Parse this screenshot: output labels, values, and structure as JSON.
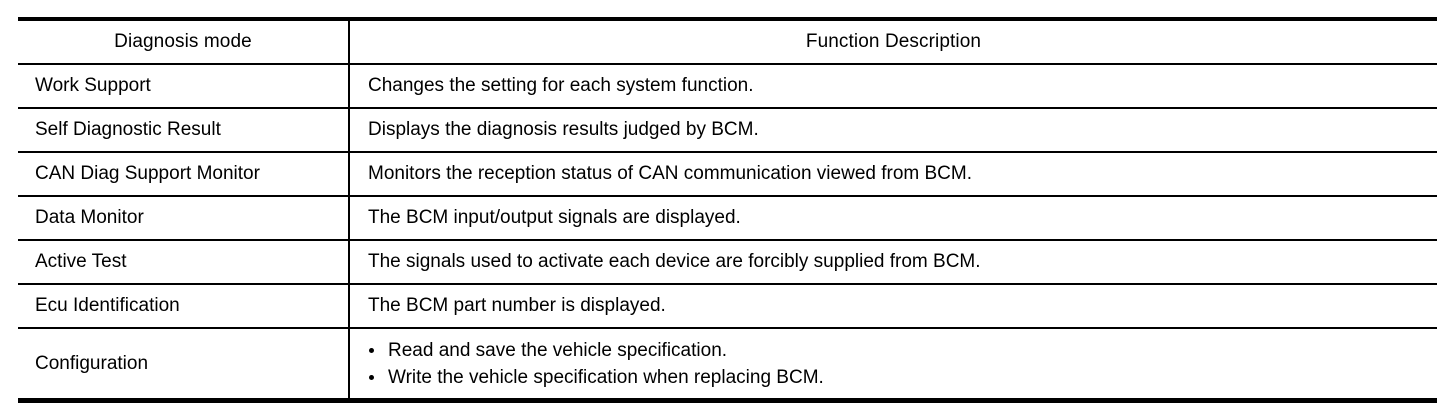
{
  "table": {
    "name": "diagnosis-mode-function-description-table",
    "columns": [
      {
        "key": "mode",
        "header": "Diagnosis mode"
      },
      {
        "key": "description",
        "header": "Function Description"
      }
    ],
    "rows": [
      {
        "mode": "Work Support",
        "description": "Changes the setting for each system function."
      },
      {
        "mode": "Self Diagnostic Result",
        "description": "Displays the diagnosis results judged by BCM."
      },
      {
        "mode": "CAN Diag Support Monitor",
        "description": "Monitors the reception status of CAN communication viewed from BCM."
      },
      {
        "mode": "Data Monitor",
        "description": "The BCM input/output signals are displayed."
      },
      {
        "mode": "Active Test",
        "description": "The signals used to activate each device are forcibly supplied from BCM."
      },
      {
        "mode": "Ecu Identification",
        "description": "The BCM part number is displayed."
      },
      {
        "mode": "Configuration",
        "bullets": [
          "Read and save the vehicle specification.",
          "Write the vehicle specification when replacing BCM."
        ]
      }
    ]
  },
  "colors": {
    "rule": "#000000",
    "text": "#000000",
    "background": "#ffffff"
  }
}
